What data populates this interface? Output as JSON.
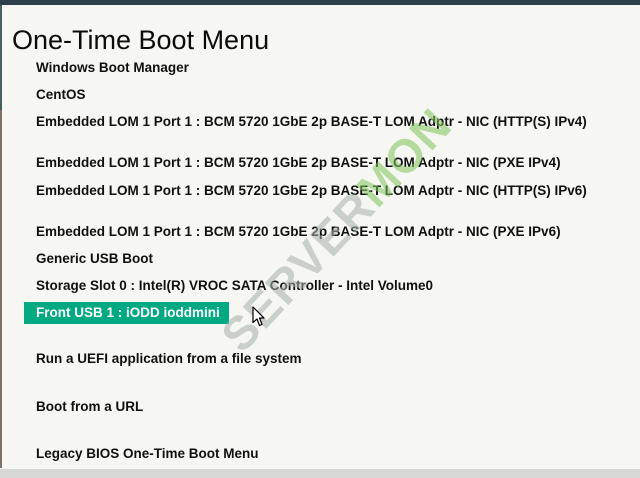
{
  "window": {
    "title": "One-Time Boot Menu"
  },
  "boot_menu": {
    "items": [
      {
        "label": "Windows Boot Manager",
        "selected": false
      },
      {
        "label": "CentOS",
        "selected": false
      },
      {
        "label": "Embedded LOM 1 Port 1 : BCM 5720 1GbE 2p BASE-T LOM Adptr - NIC (HTTP(S) IPv4)",
        "selected": false
      },
      {
        "label": "Embedded LOM 1 Port 1 : BCM 5720 1GbE 2p BASE-T LOM Adptr - NIC (PXE IPv4)",
        "selected": false
      },
      {
        "label": "Embedded LOM 1 Port 1 : BCM 5720 1GbE 2p BASE-T LOM Adptr - NIC (HTTP(S) IPv6)",
        "selected": false
      },
      {
        "label": "Embedded LOM 1 Port 1 : BCM 5720 1GbE 2p BASE-T LOM Adptr - NIC (PXE IPv6)",
        "selected": false
      },
      {
        "label": "Generic USB Boot",
        "selected": false
      },
      {
        "label": "Storage Slot 0 : Intel(R) VROC SATA Controller - Intel Volume0",
        "selected": false
      },
      {
        "label": "Front USB 1 : iODD ioddmini",
        "selected": true
      },
      {
        "label": "Run a UEFI application from a file system",
        "selected": false
      },
      {
        "label": "Boot from a URL",
        "selected": false
      },
      {
        "label": "Legacy BIOS One-Time Boot Menu",
        "selected": false
      }
    ],
    "selected_item": "Front USB 1 : iODD ioddmini"
  },
  "watermark": {
    "text_gray": "SERVER",
    "text_green": "MON"
  },
  "colors": {
    "highlight_green": "#01a982",
    "top_bar": "#2e3f4c",
    "watermark_green": "#7fc45a",
    "watermark_gray": "#a7b0a7",
    "background": "#f6f7f3"
  }
}
